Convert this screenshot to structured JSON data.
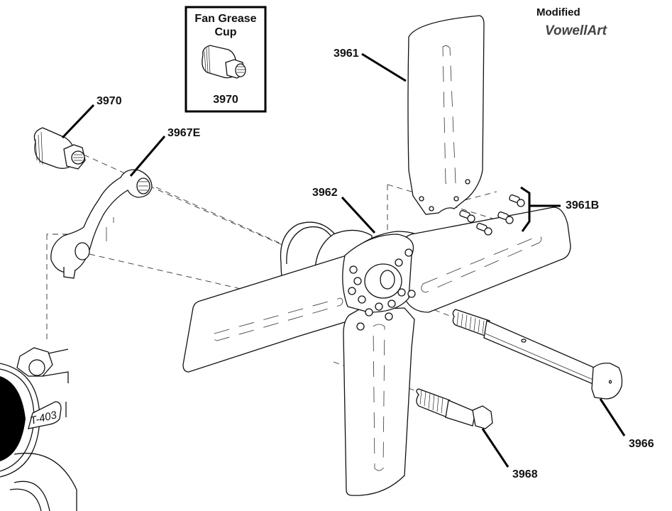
{
  "diagram": {
    "title": "Fan assembly exploded view",
    "credit": {
      "line1": "Modified",
      "line2": "VowellArt"
    },
    "inset_box": {
      "title_line1": "Fan Grease",
      "title_line2": "Cup",
      "part_number": "3970"
    },
    "engine_casting_stamp": "T-403",
    "callouts": [
      {
        "id": "3970",
        "label": "3970",
        "part": "grease cup"
      },
      {
        "id": "3967E",
        "label": "3967E",
        "part": "fan bracket arm"
      },
      {
        "id": "3961",
        "label": "3961",
        "part": "fan blade"
      },
      {
        "id": "3962",
        "label": "3962",
        "part": "fan hub / pulley"
      },
      {
        "id": "3961B",
        "label": "3961B",
        "part": "blade rivets"
      },
      {
        "id": "3966",
        "label": "3966",
        "part": "long fan spindle bolt"
      },
      {
        "id": "3968",
        "label": "3968",
        "part": "hex head cap screw"
      }
    ]
  }
}
